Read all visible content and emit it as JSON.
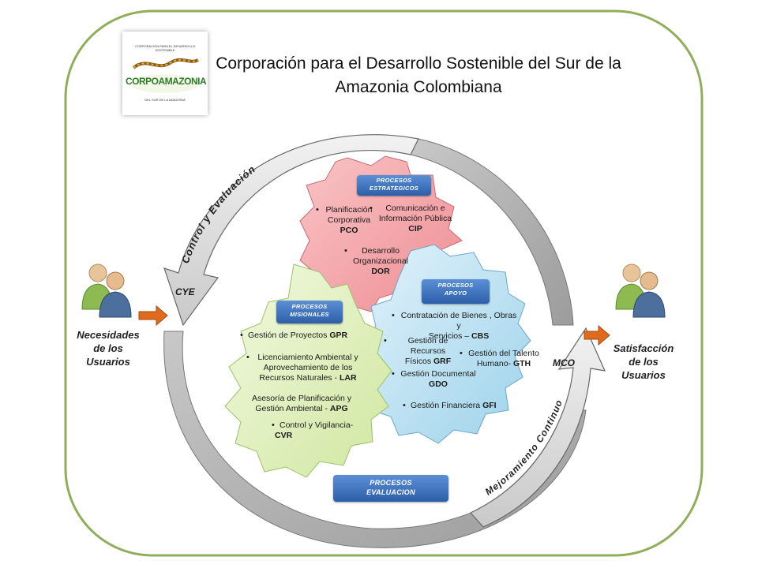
{
  "title_line1": "Corporación para el Desarrollo Sostenible del Sur de la",
  "title_line2": "Amazonia Colombiana",
  "logo": {
    "text": "CORPOAMAZONIA",
    "arc_top": "CORPORACION PARA EL DESARROLLO SOSTENIBLE",
    "arc_bottom": "DEL SUR DE LA AMAZONIA"
  },
  "left_arrow_label": "Control y Evaluación",
  "left_arrow_code": "CYE",
  "right_arrow_label": "Mejoramiento Continuo",
  "right_arrow_code": "MCO",
  "left_users": {
    "line1": "Necesidades",
    "line2": "de los",
    "line3": "Usuarios"
  },
  "right_users": {
    "line1": "Satisfacción",
    "line2": "de los",
    "line3": "Usuarios"
  },
  "colors": {
    "estrategicos": "#f2a0a4",
    "apoyo": "#b6e0f2",
    "misionales": "#dcefb4",
    "frame": "#8fae5a",
    "badge": "#3b6fbe",
    "arrow_orange": "#e06a1c"
  },
  "estrategicos": {
    "badge_line1": "PROCESOS",
    "badge_line2": "ESTRATEGICOS",
    "pco_l1": "Planificación",
    "pco_l2": "Corporativa",
    "pco_code": "PCO",
    "cip_l1": "Comunicación e",
    "cip_l2": "Información Pública",
    "cip_code": "CIP",
    "dor_l1": "Desarrollo",
    "dor_l2": "Organizacional",
    "dor_code": "DOR"
  },
  "apoyo": {
    "badge_line1": "PROCESOS",
    "badge_line2": "APOYO",
    "cbs_l1": "Contratación de Bienes , Obras y",
    "cbs_l2": "Servicios –",
    "cbs_code": "CBS",
    "grf_l1": "Gestión de Recursos",
    "grf_l2": "Físicos",
    "grf_code": "GRF",
    "gth_l1": "Gestión del Talento",
    "gth_l2": "Humano-",
    "gth_code": "GTH",
    "gdo_l1": "Gestión Documental",
    "gdo_code": "GDO",
    "gfi_l1": "Gestión Financiera",
    "gfi_code": "GFI"
  },
  "misionales": {
    "badge_line1": "PROCESOS",
    "badge_line2": "MISIONALES",
    "gpr_l1": "Gestión de Proyectos",
    "gpr_code": "GPR",
    "lar_l1": "Licenciamiento Ambiental y",
    "lar_l2": "Aprovechamiento de los",
    "lar_l3": "Recursos Naturales -",
    "lar_code": "LAR",
    "apg_l1": "Asesoría de Planificación y",
    "apg_l2": "Gestión Ambiental -",
    "apg_code": "APG",
    "cvr_l1": "Control y Vigilancia-",
    "cvr_code": "CVR"
  },
  "evaluacion": {
    "badge_line1": "PROCESOS",
    "badge_line2": "EVALUACION"
  }
}
